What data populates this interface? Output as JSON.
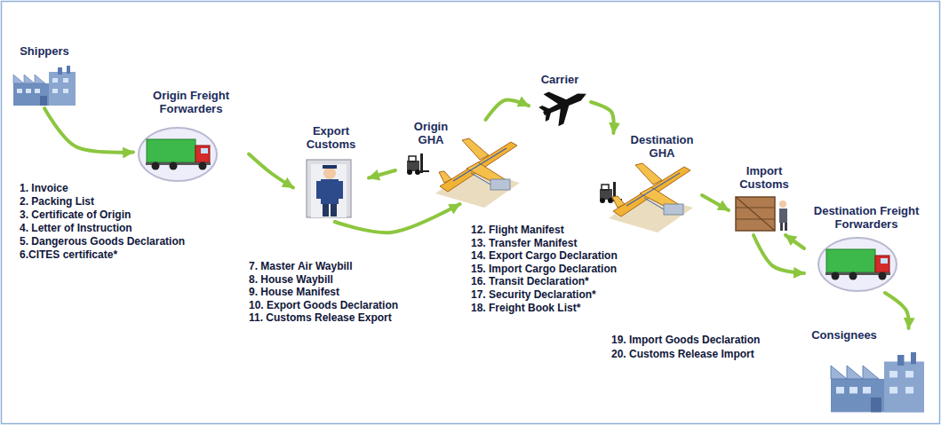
{
  "diagram": {
    "nodes": [
      {
        "text": [
          "Shippers"
        ]
      },
      {
        "text": [
          "Origin Freight Forwarders"
        ]
      },
      {
        "text": [
          "Export Customs"
        ]
      },
      {
        "text": [
          "Origin GHA"
        ]
      },
      {
        "text": [
          "Carrier"
        ]
      },
      {
        "text": [
          "Destination GHA"
        ]
      },
      {
        "text": [
          "Import Customs"
        ]
      },
      {
        "text": [
          "Destination Freight Forwarders"
        ]
      },
      {
        "text": [
          "Consignees"
        ]
      }
    ],
    "edges": [
      {
        "from": 0,
        "to": 1,
        "arrow": "to"
      },
      {
        "from": 1,
        "to": 2,
        "arrow": "to"
      },
      {
        "from": 3,
        "to": 2,
        "arrow": "to"
      },
      {
        "from": 2,
        "to": 3,
        "arrow": "to"
      },
      {
        "from": 3,
        "to": 4,
        "arrow": "to"
      },
      {
        "from": 4,
        "to": 5,
        "arrow": "to"
      },
      {
        "from": 5,
        "to": 6,
        "arrow": "to"
      },
      {
        "from": 6,
        "to": 7,
        "arrow": "to"
      },
      {
        "from": 7,
        "to": 6,
        "arrow": "to"
      },
      {
        "from": 7,
        "to": 8,
        "arrow": "to"
      }
    ],
    "labels": [
      "1. Invoice",
      "2. Packing List",
      "3. Certificate of Origin",
      "4. Letter of Instruction",
      "5. Dangerous Goods Declaration",
      "6.CITES certificate*",
      "7. Master Air Waybill",
      "8. House Waybill",
      "9. House Manifest",
      "10. Export Goods Declaration",
      "11. Customs Release Export",
      "12. Flight Manifest",
      "13. Transfer Manifest",
      "14. Export Cargo Declaration",
      "15. Import Cargo Declaration",
      "16. Transit Declaration*",
      "17. Security Declaration*",
      "18. Freight Book List*",
      "19. Import Goods Declaration",
      "20. Customs Release Import"
    ]
  }
}
